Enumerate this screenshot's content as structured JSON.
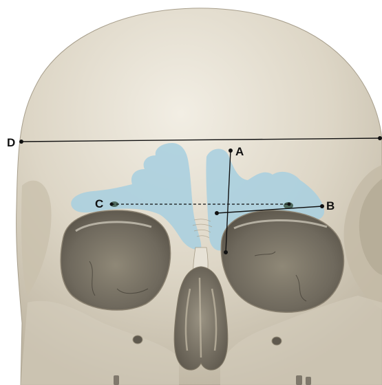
{
  "figure": {
    "labels": {
      "a": "A",
      "b": "B",
      "c": "C",
      "d": "D"
    },
    "colors": {
      "background": "#ffffff",
      "bone": "#ddd6c6",
      "bone_highlight": "#efebe0",
      "bone_shadow": "#b9b09e",
      "cavity_dark": "#6f695d",
      "cavity_mid": "#8c8574",
      "sinus_fill": "#a9cfdf",
      "measure_line": "#111111"
    }
  }
}
